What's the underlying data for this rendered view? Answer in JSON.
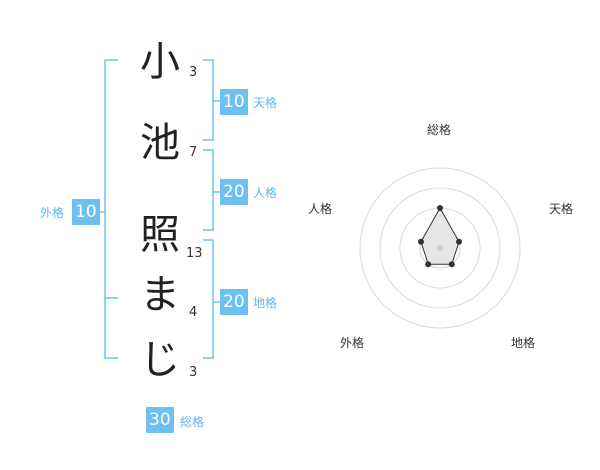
{
  "name": {
    "chars": [
      {
        "char": "小",
        "strokes": "3"
      },
      {
        "char": "池",
        "strokes": "7"
      },
      {
        "char": "照",
        "strokes": "13"
      },
      {
        "char": "ま",
        "strokes": "4"
      },
      {
        "char": "じ",
        "strokes": "3"
      }
    ]
  },
  "kaku": {
    "tenkaku": {
      "value": "10",
      "label": "天格"
    },
    "jinkaku": {
      "value": "20",
      "label": "人格"
    },
    "chikaku": {
      "value": "20",
      "label": "地格"
    },
    "gaikaku": {
      "value": "10",
      "label": "外格"
    },
    "soukaku": {
      "value": "30",
      "label": "総格"
    }
  },
  "chart_data": {
    "type": "radar",
    "axes": [
      "総格",
      "天格",
      "地格",
      "外格",
      "人格"
    ],
    "values": [
      2,
      1,
      1,
      1,
      1
    ],
    "rings": 4,
    "colors": {
      "line": "#333333",
      "point": "#333333",
      "fill": "#e6e6e6",
      "grid": "#d9d9d9",
      "center": "#d4d4d4"
    }
  },
  "colors": {
    "bracket": "#6ec0f3",
    "box": "#6ec0f3",
    "label": "#62b6ec"
  }
}
